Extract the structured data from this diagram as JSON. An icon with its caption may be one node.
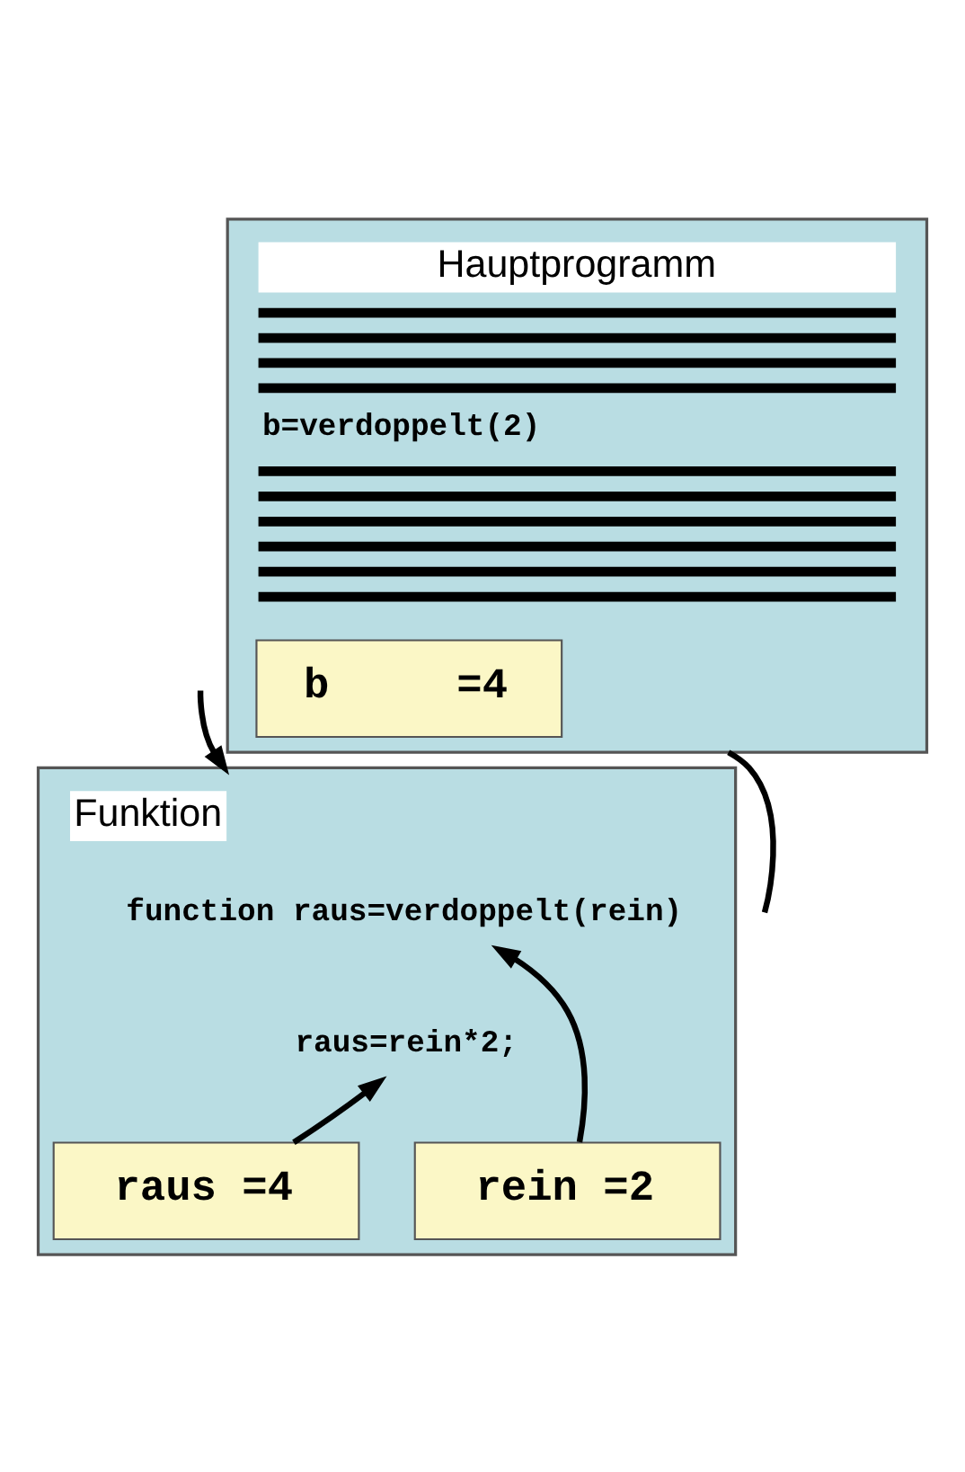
{
  "diagram": {
    "nodes": [
      {
        "text": [
          "Hauptprogramm",
          "b=verdoppelt(2)"
        ]
      },
      {
        "text": [
          "b     =4"
        ],
        "in": 0
      },
      {
        "text": [
          "Funktion"
        ]
      },
      {
        "text": [
          "function raus=verdoppelt(rein)"
        ],
        "in": 2
      },
      {
        "text": [
          "raus=rein*2;"
        ],
        "in": 2
      },
      {
        "text": [
          "raus =4"
        ],
        "in": 2
      },
      {
        "text": [
          "rein =2"
        ],
        "in": 2
      }
    ],
    "edges": [
      {
        "from": 0,
        "to": null,
        "arrow": "none"
      },
      {
        "from": null,
        "to": 2,
        "arrow": "to"
      },
      {
        "from": 5,
        "to": 4,
        "arrow": "to"
      },
      {
        "from": 6,
        "to": 3,
        "arrow": "to"
      }
    ]
  }
}
